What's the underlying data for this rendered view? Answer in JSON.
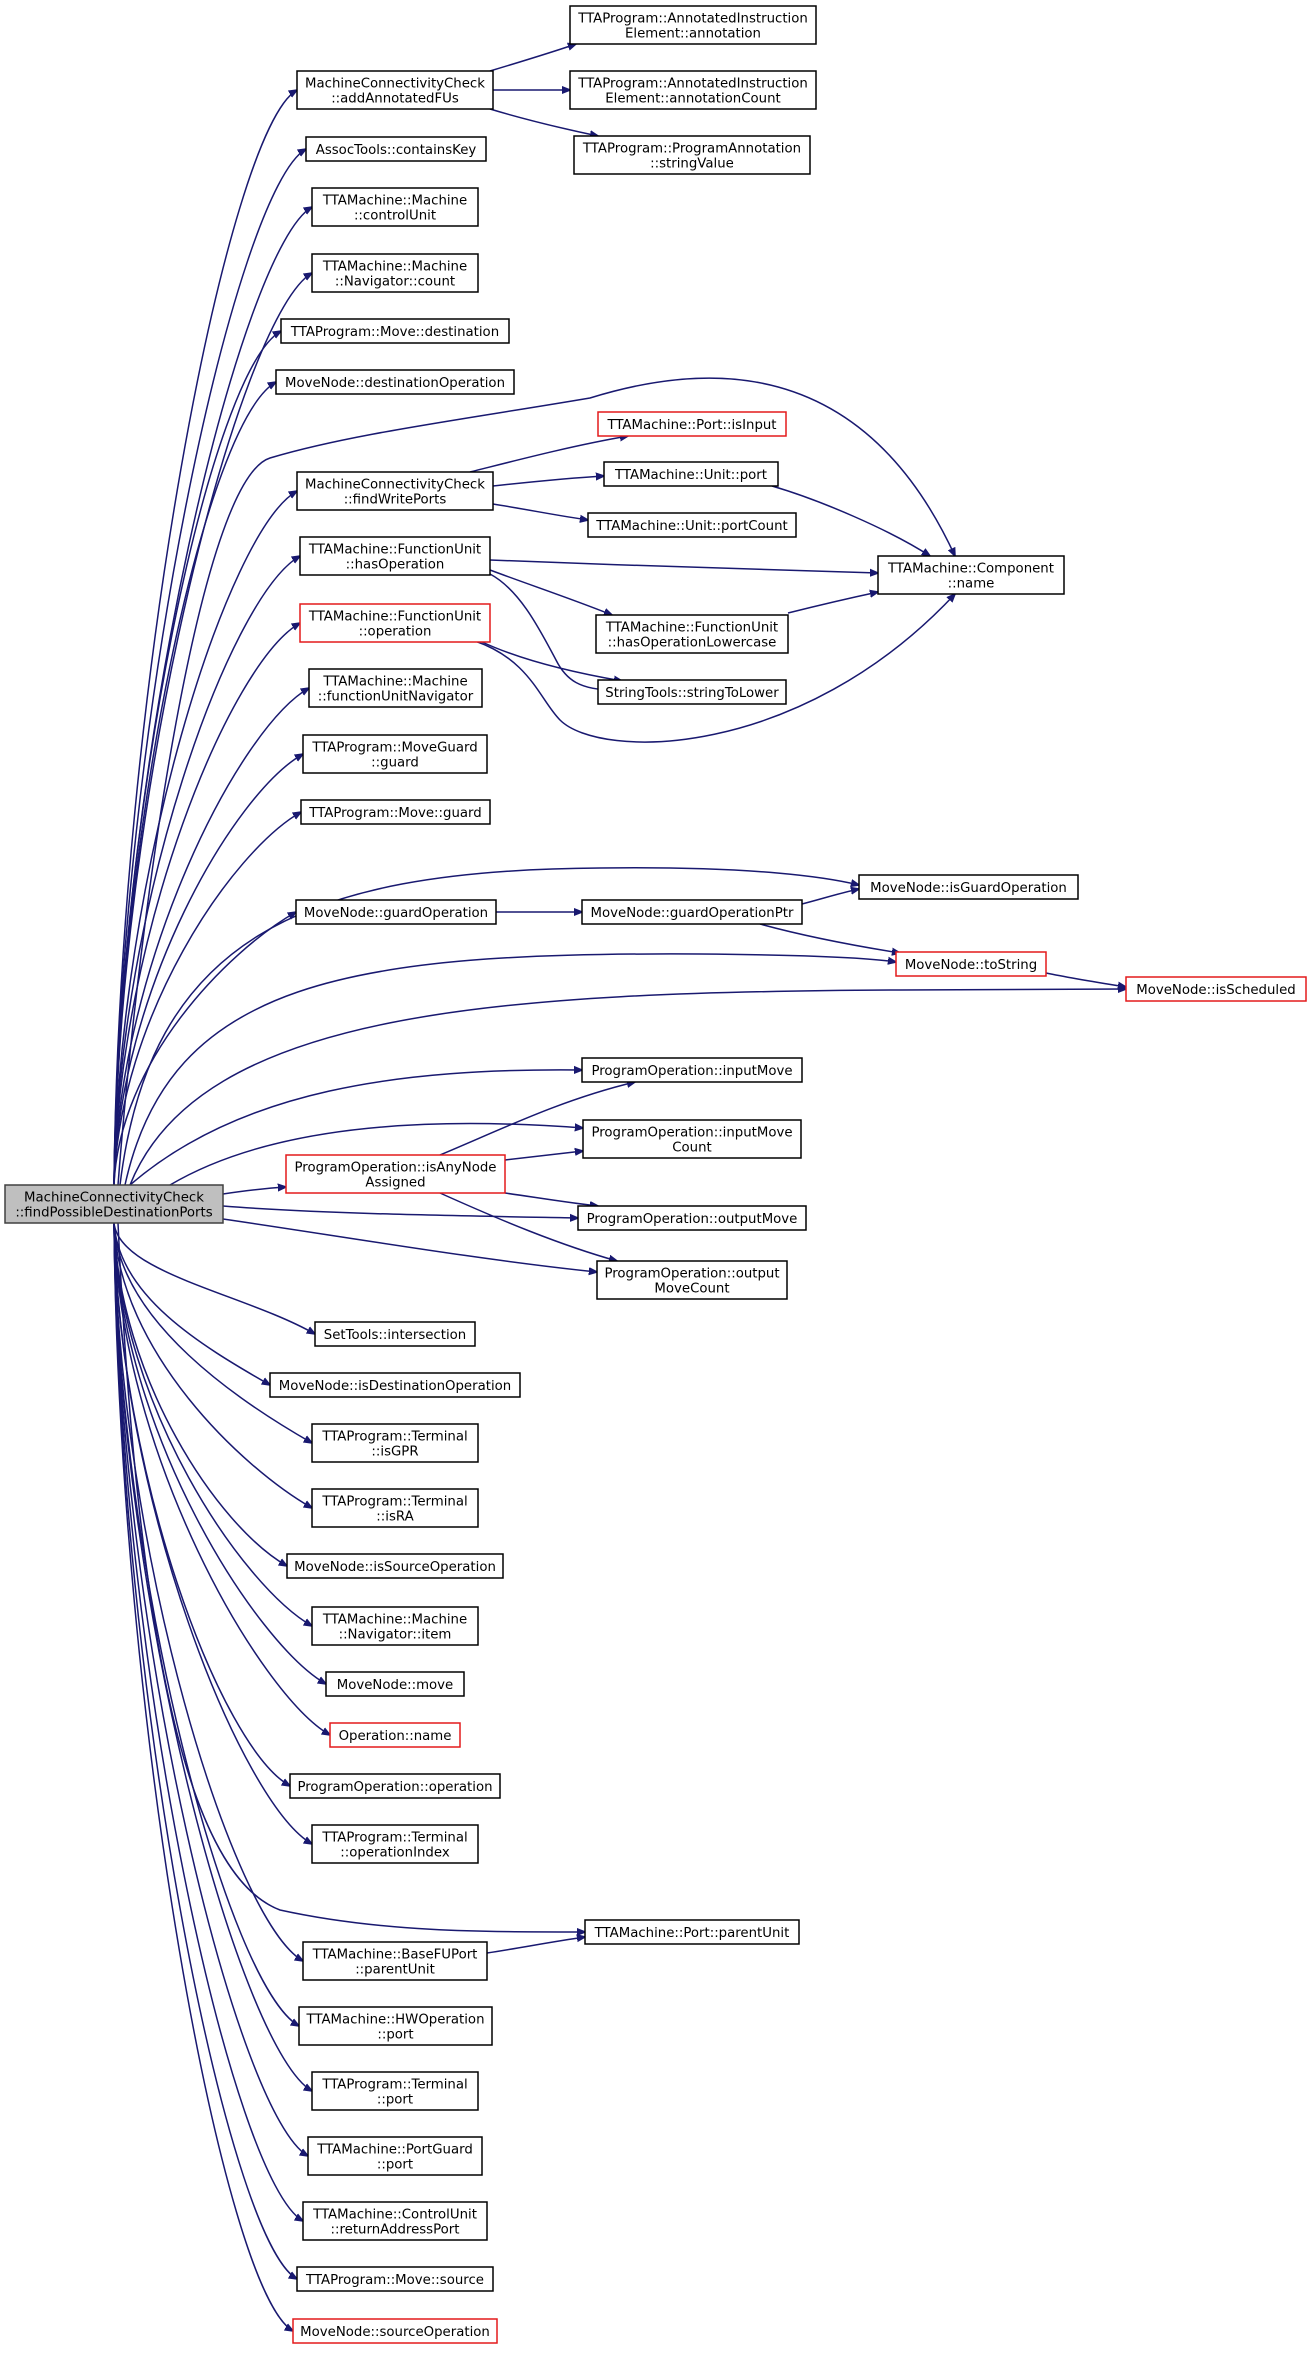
{
  "colors": {
    "edge": "#191970",
    "node_border": "#000000",
    "highlight_border": "#e41a1c",
    "root_fill": "#bfbfbf",
    "background": "#ffffff"
  },
  "nodes": {
    "root": {
      "lines": [
        "MachineConnectivityCheck",
        "::findPossibleDestinationPorts"
      ]
    },
    "addAnnotatedFUs": {
      "lines": [
        "MachineConnectivityCheck",
        "::addAnnotatedFUs"
      ]
    },
    "annotation": {
      "lines": [
        "TTAProgram::AnnotatedInstruction",
        "Element::annotation"
      ]
    },
    "annotationCount": {
      "lines": [
        "TTAProgram::AnnotatedInstruction",
        "Element::annotationCount"
      ]
    },
    "stringValue": {
      "lines": [
        "TTAProgram::ProgramAnnotation",
        "::stringValue"
      ]
    },
    "containsKey": {
      "lines": [
        "AssocTools::containsKey"
      ]
    },
    "controlUnit": {
      "lines": [
        "TTAMachine::Machine",
        "::controlUnit"
      ]
    },
    "navCount": {
      "lines": [
        "TTAMachine::Machine",
        "::Navigator::count"
      ]
    },
    "moveDestination": {
      "lines": [
        "TTAProgram::Move::destination"
      ]
    },
    "destinationOperation": {
      "lines": [
        "MoveNode::destinationOperation"
      ]
    },
    "portIsInput": {
      "lines": [
        "TTAMachine::Port::isInput"
      ]
    },
    "findWritePorts": {
      "lines": [
        "MachineConnectivityCheck",
        "::findWritePorts"
      ]
    },
    "unitPort": {
      "lines": [
        "TTAMachine::Unit::port"
      ]
    },
    "unitPortCount": {
      "lines": [
        "TTAMachine::Unit::portCount"
      ]
    },
    "componentName": {
      "lines": [
        "TTAMachine::Component",
        "::name"
      ]
    },
    "hasOperation": {
      "lines": [
        "TTAMachine::FunctionUnit",
        "::hasOperation"
      ]
    },
    "hasOperationLowercase": {
      "lines": [
        "TTAMachine::FunctionUnit",
        "::hasOperationLowercase"
      ]
    },
    "fuOperation": {
      "lines": [
        "TTAMachine::FunctionUnit",
        "::operation"
      ]
    },
    "stringToLower": {
      "lines": [
        "StringTools::stringToLower"
      ]
    },
    "functionUnitNavigator": {
      "lines": [
        "TTAMachine::Machine",
        "::functionUnitNavigator"
      ]
    },
    "moveGuardGuard": {
      "lines": [
        "TTAProgram::MoveGuard",
        "::guard"
      ]
    },
    "moveGuard": {
      "lines": [
        "TTAProgram::Move::guard"
      ]
    },
    "isGuardOperation": {
      "lines": [
        "MoveNode::isGuardOperation"
      ]
    },
    "guardOperation": {
      "lines": [
        "MoveNode::guardOperation"
      ]
    },
    "guardOperationPtr": {
      "lines": [
        "MoveNode::guardOperationPtr"
      ]
    },
    "toString": {
      "lines": [
        "MoveNode::toString"
      ]
    },
    "isScheduled": {
      "lines": [
        "MoveNode::isScheduled"
      ]
    },
    "inputMove": {
      "lines": [
        "ProgramOperation::inputMove"
      ]
    },
    "inputMoveCount": {
      "lines": [
        "ProgramOperation::inputMove",
        "Count"
      ]
    },
    "isAnyNodeAssigned": {
      "lines": [
        "ProgramOperation::isAnyNode",
        "Assigned"
      ]
    },
    "outputMove": {
      "lines": [
        "ProgramOperation::outputMove"
      ]
    },
    "outputMoveCount": {
      "lines": [
        "ProgramOperation::output",
        "MoveCount"
      ]
    },
    "intersection": {
      "lines": [
        "SetTools::intersection"
      ]
    },
    "isDestinationOperation": {
      "lines": [
        "MoveNode::isDestinationOperation"
      ]
    },
    "isGPR": {
      "lines": [
        "TTAProgram::Terminal",
        "::isGPR"
      ]
    },
    "isRA": {
      "lines": [
        "TTAProgram::Terminal",
        "::isRA"
      ]
    },
    "isSourceOperation": {
      "lines": [
        "MoveNode::isSourceOperation"
      ]
    },
    "navItem": {
      "lines": [
        "TTAMachine::Machine",
        "::Navigator::item"
      ]
    },
    "moveNodeMove": {
      "lines": [
        "MoveNode::move"
      ]
    },
    "operationName": {
      "lines": [
        "Operation::name"
      ]
    },
    "programOperationOperation": {
      "lines": [
        "ProgramOperation::operation"
      ]
    },
    "operationIndex": {
      "lines": [
        "TTAProgram::Terminal",
        "::operationIndex"
      ]
    },
    "portParentUnit": {
      "lines": [
        "TTAMachine::Port::parentUnit"
      ]
    },
    "baseFUPortParentUnit": {
      "lines": [
        "TTAMachine::BaseFUPort",
        "::parentUnit"
      ]
    },
    "hwOperationPort": {
      "lines": [
        "TTAMachine::HWOperation",
        "::port"
      ]
    },
    "terminalPort": {
      "lines": [
        "TTAProgram::Terminal",
        "::port"
      ]
    },
    "portGuardPort": {
      "lines": [
        "TTAMachine::PortGuard",
        "::port"
      ]
    },
    "returnAddressPort": {
      "lines": [
        "TTAMachine::ControlUnit",
        "::returnAddressPort"
      ]
    },
    "moveSource": {
      "lines": [
        "TTAProgram::Move::source"
      ]
    },
    "sourceOperation": {
      "lines": [
        "MoveNode::sourceOperation"
      ]
    }
  }
}
